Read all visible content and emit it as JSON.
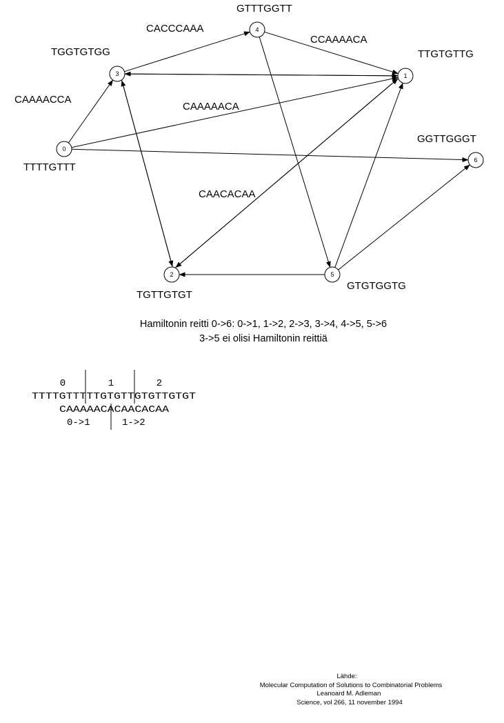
{
  "graph": {
    "nodes": [
      {
        "id": "0",
        "sequence": "TTTTGTTT"
      },
      {
        "id": "1",
        "sequence": "TTGTGTTG"
      },
      {
        "id": "2",
        "sequence": "TGTTGTGT"
      },
      {
        "id": "3",
        "sequence": "TGGTGTGG"
      },
      {
        "id": "4",
        "sequence": "GTTTGGTT"
      },
      {
        "id": "5",
        "sequence": "GTGTGGTG"
      },
      {
        "id": "6",
        "sequence": "GGTTGGGT"
      }
    ],
    "edges": [
      {
        "from": "0",
        "to": "3"
      },
      {
        "from": "0",
        "to": "1"
      },
      {
        "from": "0",
        "to": "6"
      },
      {
        "from": "3",
        "to": "4"
      },
      {
        "from": "3",
        "to": "2"
      },
      {
        "from": "3",
        "to": "1"
      },
      {
        "from": "4",
        "to": "1"
      },
      {
        "from": "4",
        "to": "5"
      },
      {
        "from": "1",
        "to": "3"
      },
      {
        "from": "1",
        "to": "2"
      },
      {
        "from": "2",
        "to": "3"
      },
      {
        "from": "2",
        "to": "1"
      },
      {
        "from": "5",
        "to": "2"
      },
      {
        "from": "5",
        "to": "1"
      },
      {
        "from": "5",
        "to": "6"
      }
    ],
    "edge_labels": [
      "CACCCAAA",
      "CCAAAACA",
      "CAAAACCA",
      "CAAAAACA",
      "CAACACAA"
    ]
  },
  "caption": {
    "line1": "Hamiltonin reitti 0->6: 0->1, 1->2, 2->3, 3->4, 4->5, 5->6",
    "line2": "3->5 ei olisi Hamiltonin reittiä"
  },
  "splice": {
    "indices": [
      "0",
      "1",
      "2"
    ],
    "strand": "TTTTGTTTTTGTGTTGTGTTGTGT",
    "linker": "CAAAAACACAACACAA",
    "edge_names": [
      "0->1",
      "1->2"
    ]
  },
  "source": {
    "heading": "Lähde:",
    "title": "Molecular Computation of Solutions to Combinatorial Problems",
    "author": "Leanoard M. Adleman",
    "journal": "Science, vol 266, 11 november 1994"
  }
}
